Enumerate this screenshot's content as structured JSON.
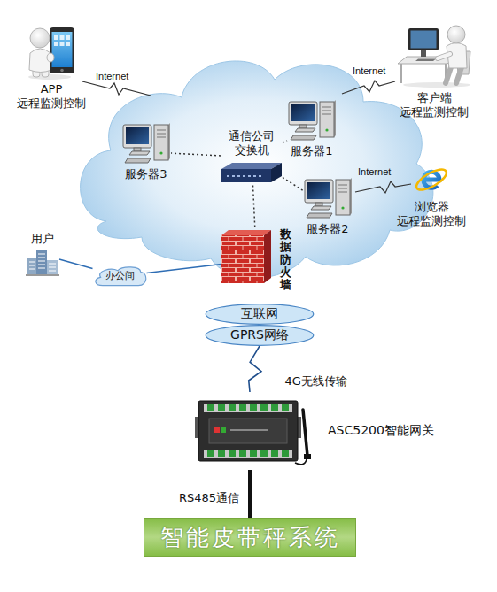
{
  "diagram": {
    "nodes": [
      {
        "text": [
          "APP 远程监测控制"
        ]
      },
      {
        "text": [
          "客户端 远程监测控制"
        ]
      },
      {
        "text": [
          "服务器1"
        ]
      },
      {
        "text": [
          "通信公司 交换机"
        ]
      },
      {
        "text": [
          "服务器3"
        ]
      },
      {
        "text": [
          "浏览器 远程监测控制"
        ]
      },
      {
        "text": [
          "服务器2"
        ]
      },
      {
        "text": [
          "用户"
        ]
      },
      {
        "text": [
          "办公间"
        ]
      },
      {
        "text": [
          "数据防火墙"
        ]
      },
      {
        "text": [
          "互联网"
        ]
      },
      {
        "text": [
          "GPRS网络"
        ]
      },
      {
        "text": [
          "ASC5200智能网关"
        ]
      },
      {
        "text": [
          "智能皮带秤系统"
        ]
      }
    ],
    "edges": [
      {
        "from": 3,
        "to": 4,
        "arrow": "none"
      },
      {
        "from": 3,
        "to": 2,
        "arrow": "none"
      },
      {
        "from": 3,
        "to": 6,
        "arrow": "none"
      },
      {
        "from": 3,
        "to": 9,
        "arrow": "none"
      },
      {
        "from": 7,
        "to": 8,
        "arrow": "none"
      },
      {
        "from": 8,
        "to": 9,
        "arrow": "none"
      },
      {
        "from": 11,
        "to": 12,
        "label": "4G无线传输",
        "arrow": "none"
      },
      {
        "from": 12,
        "to": 13,
        "label": "RS485通信",
        "arrow": "none"
      }
    ],
    "labels": [
      "Internet",
      "Internet",
      "Internet"
    ]
  }
}
